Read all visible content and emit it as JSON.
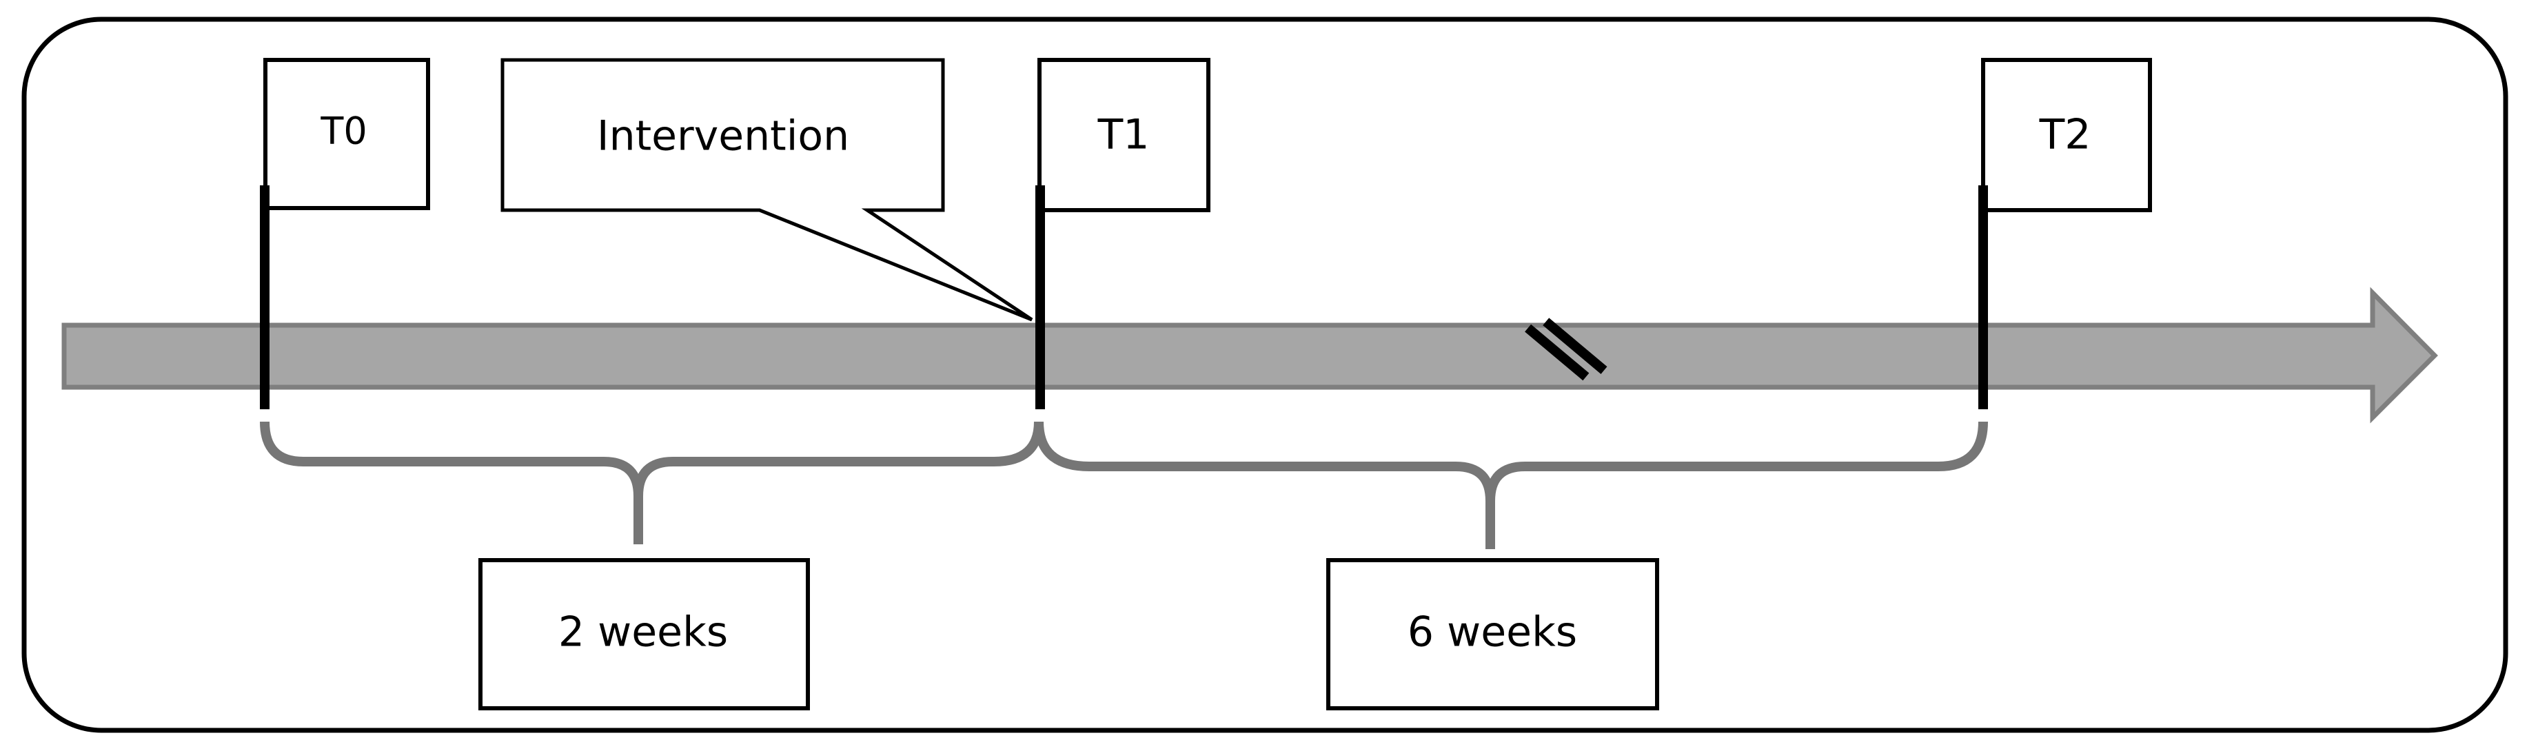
{
  "timepoints": [
    {
      "label": "T0"
    },
    {
      "label": "T1"
    },
    {
      "label": "T2"
    }
  ],
  "intervention": {
    "label": "Intervention"
  },
  "durations": [
    {
      "label": "2 weeks"
    },
    {
      "label": "6 weeks"
    }
  ],
  "colors": {
    "arrow_fill": "#a6a6a6",
    "arrow_stroke": "#7f7f7f",
    "brace": "#767676",
    "line": "#000000",
    "background": "#ffffff"
  }
}
